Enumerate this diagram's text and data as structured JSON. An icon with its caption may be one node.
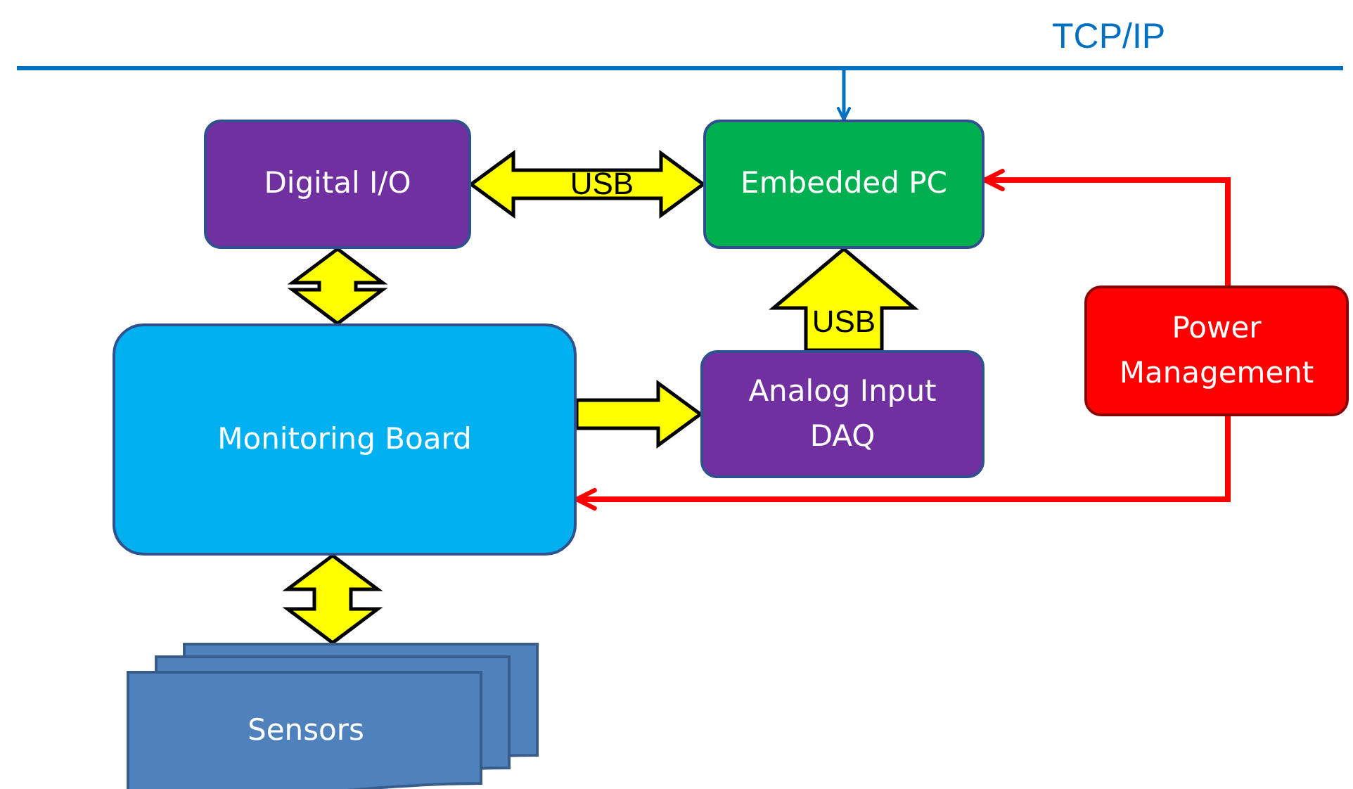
{
  "diagram": {
    "nodes": [
      {
        "text": [
          "TCP/IP"
        ]
      },
      {
        "text": [
          "Digital I/O"
        ]
      },
      {
        "text": [
          "Embedded PC"
        ]
      },
      {
        "text": [
          "Monitoring Board"
        ]
      },
      {
        "text": [
          "Analog Input DAQ"
        ]
      },
      {
        "text": [
          "Power Management"
        ]
      },
      {
        "text": [
          "Sensors"
        ]
      }
    ],
    "edges": [
      {
        "from": 0,
        "to": 2,
        "arrow": "to",
        "color": "#0070c0"
      },
      {
        "from": 1,
        "to": 2,
        "arrow": "both",
        "label": "USB",
        "style": "thick"
      },
      {
        "from": 1,
        "to": 3,
        "arrow": "both",
        "style": "thick"
      },
      {
        "from": 3,
        "to": 4,
        "arrow": "to",
        "style": "thick"
      },
      {
        "from": 4,
        "to": 2,
        "arrow": "to",
        "label": "USB",
        "style": "thick"
      },
      {
        "from": 5,
        "to": 2,
        "arrow": "to",
        "color": "#ff0000"
      },
      {
        "from": 5,
        "to": 3,
        "arrow": "to",
        "color": "#ff0000"
      },
      {
        "from": 3,
        "to": 6,
        "arrow": "both",
        "style": "thick"
      }
    ]
  }
}
